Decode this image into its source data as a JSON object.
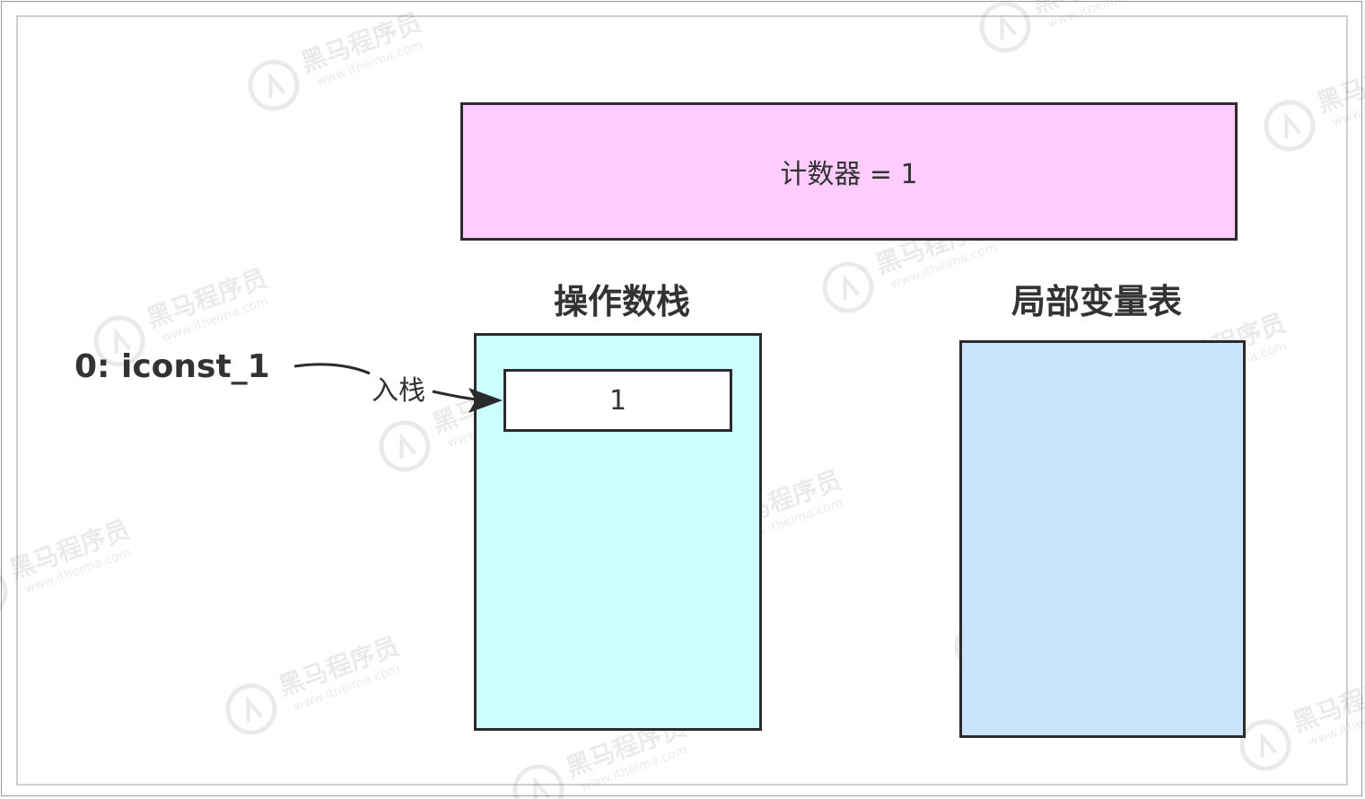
{
  "program_counter": {
    "label": "计数器 = 1",
    "fill": "#ffccff"
  },
  "operand_stack": {
    "title": "操作数栈",
    "fill": "#ccffff",
    "slots": [
      "1"
    ]
  },
  "local_variable_table": {
    "title": "局部变量表",
    "fill": "#cce5ff"
  },
  "instruction": {
    "text": "0: iconst_1"
  },
  "push_arrow": {
    "label": "入栈"
  },
  "watermark": {
    "text": "黑马程序员",
    "url": "www.itheima.com"
  }
}
